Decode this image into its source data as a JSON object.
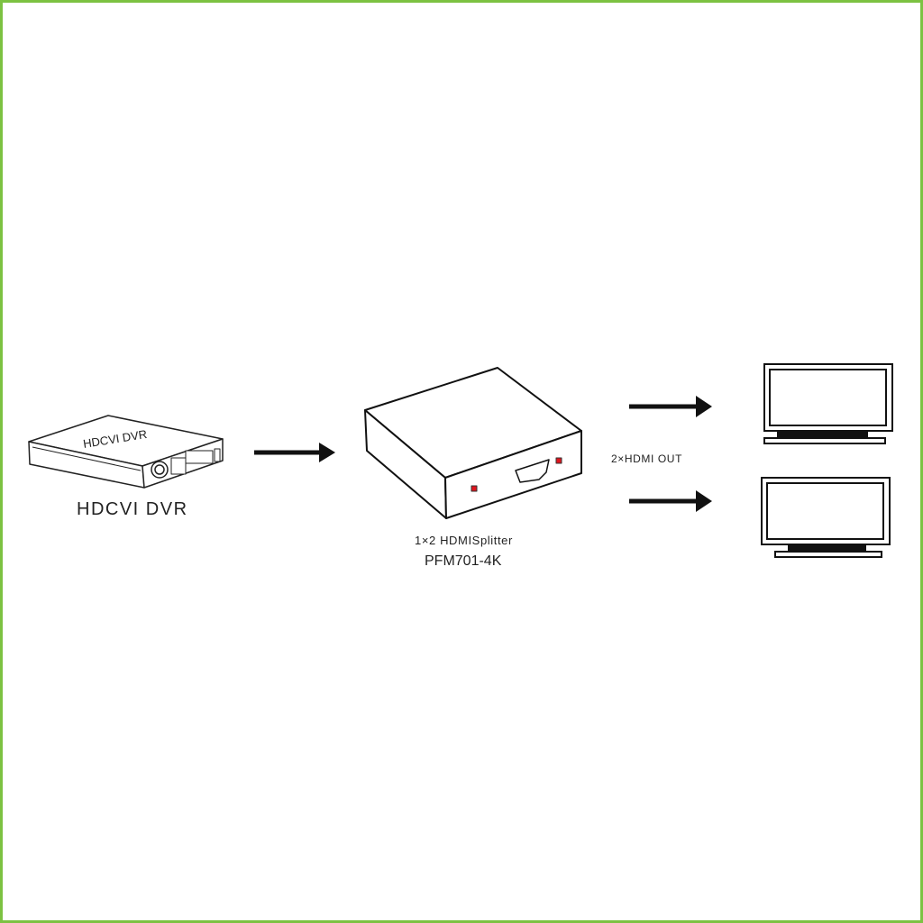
{
  "source": {
    "device_label": "HDCVI DVR",
    "caption": "HDCVI DVR"
  },
  "splitter": {
    "caption_line1": "1×2 HDMISplitter",
    "caption_line2": "PFM701-4K"
  },
  "output": {
    "label": "2×HDMI OUT",
    "monitor_count": 2
  },
  "colors": {
    "border": "#7cc242",
    "led": "#e0141e",
    "line": "#1a1a1a"
  }
}
